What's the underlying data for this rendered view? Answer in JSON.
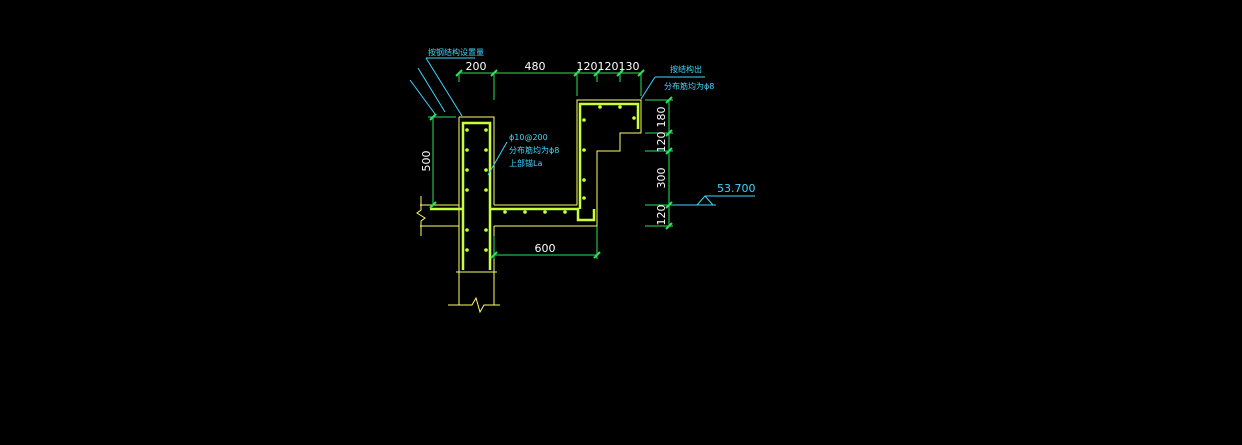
{
  "colors": {
    "background": "#000000",
    "structure": "#c8ff3a",
    "dimension": "#2ee05a",
    "annotation": "#3fd6ff",
    "outline": "#ffff66"
  },
  "dimensions": {
    "top": [
      "200",
      "480",
      "120",
      "120",
      "130"
    ],
    "left": "500",
    "bottom": "600",
    "right": [
      "180",
      "120",
      "300",
      "120"
    ]
  },
  "elevation": "53.700",
  "annotations": {
    "note_top_left": "按钢结构设置量",
    "note_top_right_1": "按结构出",
    "note_top_right_2": "分布筋均为ϕ8",
    "rebar_1": "ϕ10@200",
    "rebar_2": "分布筋均为ϕ8",
    "rebar_3": "上部锚La"
  }
}
